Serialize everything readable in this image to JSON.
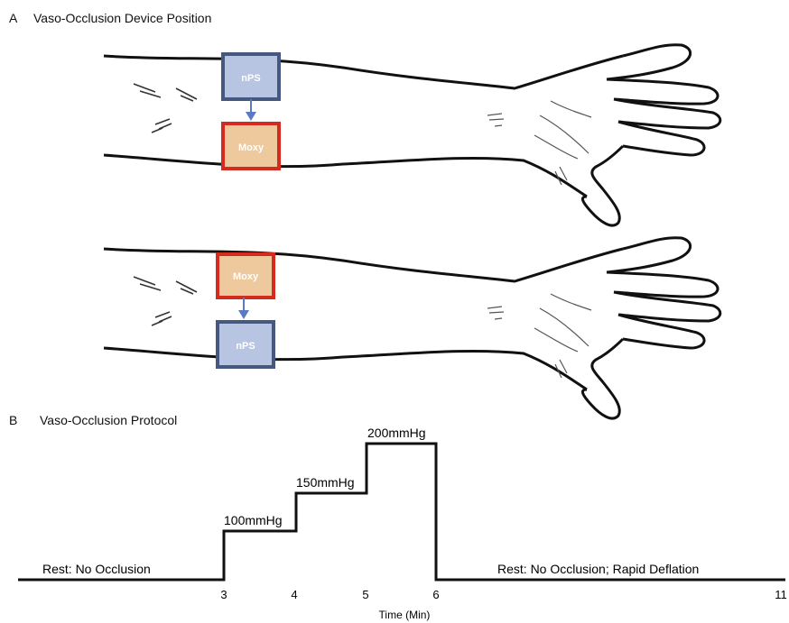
{
  "panel_a": {
    "letter": "A",
    "title": "Vaso-Occlusion Device Position",
    "arm_top": {
      "upper_device": "nPS",
      "lower_device": "Moxy"
    },
    "arm_bottom": {
      "upper_device": "Moxy",
      "lower_device": "nPS"
    }
  },
  "panel_b": {
    "letter": "B",
    "title": "Vaso-Occlusion Protocol",
    "labels": {
      "rest_start": "Rest: No Occlusion",
      "rest_end": "Rest: No Occlusion; Rapid Deflation",
      "xlabel": "Time (Min)"
    },
    "steps": [
      {
        "label": "100mmHg",
        "start": 3,
        "end": 4,
        "level": 1
      },
      {
        "label": "150mmHg",
        "start": 4,
        "end": 5,
        "level": 2
      },
      {
        "label": "200mmHg",
        "start": 5,
        "end": 6,
        "level": 3
      }
    ],
    "ticks": [
      "3",
      "4",
      "5",
      "6",
      "11"
    ]
  },
  "colors": {
    "nps_fill": "#b7c4e2",
    "nps_border": "#46587f",
    "moxy_fill": "#eec99d",
    "moxy_border": "#d42b1e",
    "arrow": "#5b79c4",
    "line": "#111111"
  }
}
